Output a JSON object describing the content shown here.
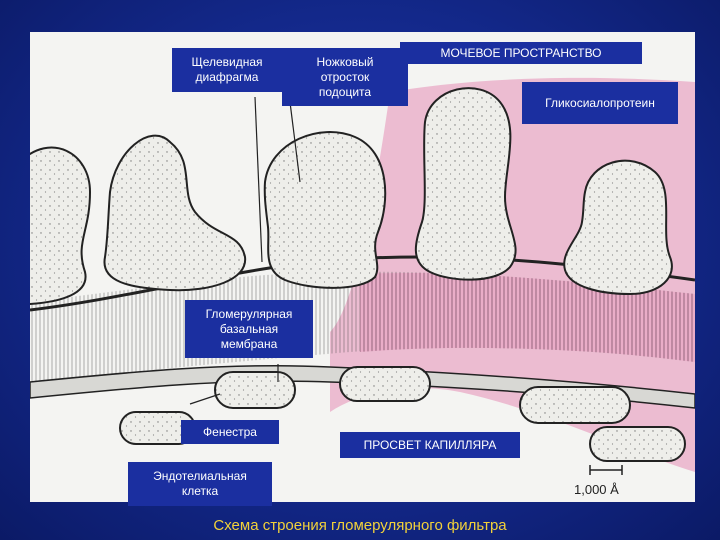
{
  "labels": {
    "slit_diaphragm": "Щелевидная\nдиафрагма",
    "foot_process": "Ножковый\nотросток\nподоцита",
    "urinary_space": "МОЧЕВОЕ ПРОСТРАНСТВО",
    "glycosialoprotein": "Гликосиалопротеин",
    "gbm": "Гломерулярная\nбазальная\nмембрана",
    "fenestra": "Фенестра",
    "capillary_lumen": "ПРОСВЕТ КАПИЛЛЯРА",
    "endothelial_cell": "Эндотелиальная\nклетка"
  },
  "scale_bar": {
    "label": "1,000 Å"
  },
  "caption": "Схема строения гломерулярного фильтра",
  "colors": {
    "background": "#13288a",
    "label_box": "#1b2fa0",
    "caption": "#f2d13a",
    "stain": "#e9a9c6",
    "cell_fill": "#eeeeea",
    "outline": "#222222"
  }
}
